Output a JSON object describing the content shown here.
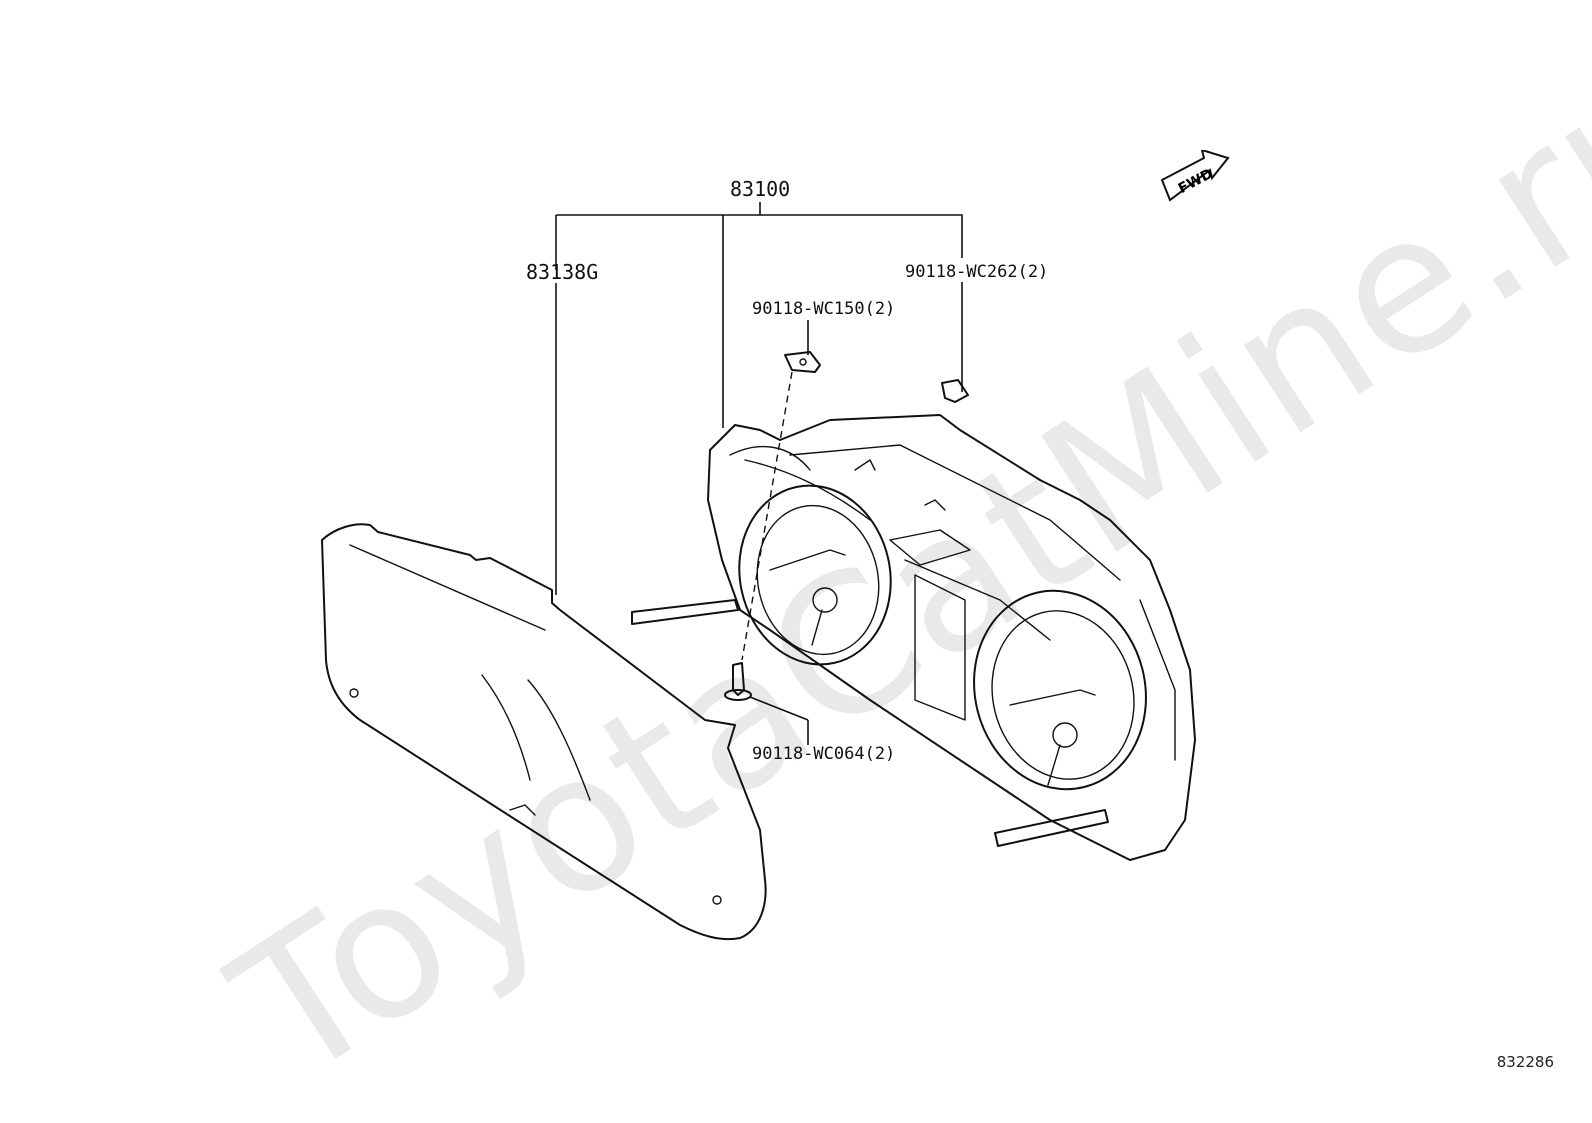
{
  "watermark": "ToyotaCatMine.ru",
  "fwd_label": "FWD",
  "figure_number": "832286",
  "callouts": {
    "assembly": "83100",
    "lens": "83138G",
    "clip_right": "90118-WC262(2)",
    "clip_top": "90118-WC150(2)",
    "screw": "90118-WC064(2)"
  },
  "colors": {
    "line": "#111111",
    "watermark": "#e9e9e9",
    "background": "#ffffff"
  }
}
